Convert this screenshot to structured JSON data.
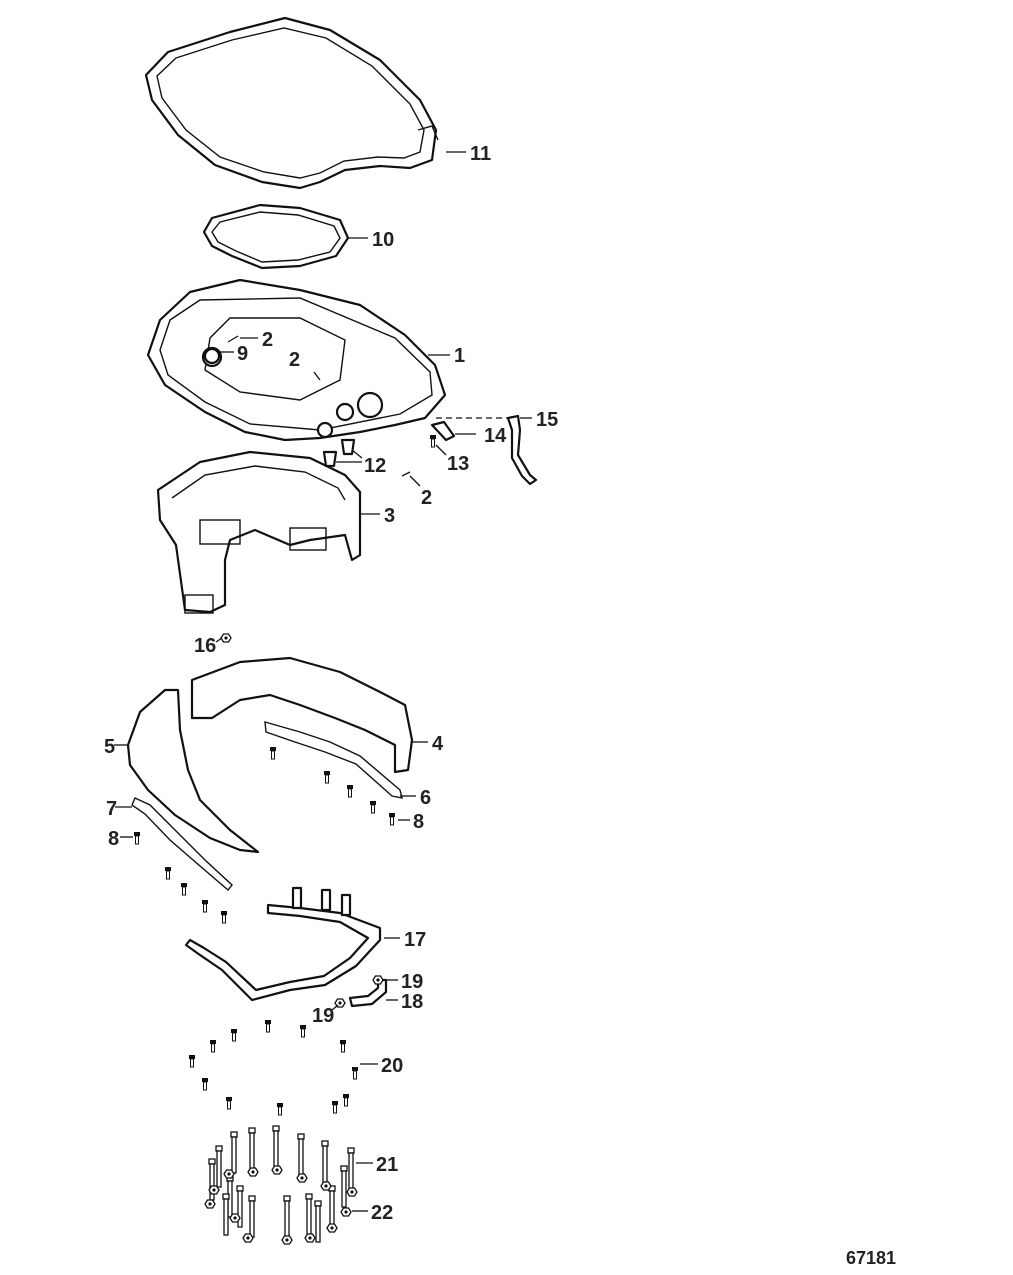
{
  "figure_number": "67181",
  "callouts": {
    "c1": "1",
    "c2a": "2",
    "c2b": "2",
    "c2c": "2",
    "c3": "3",
    "c4": "4",
    "c5": "5",
    "c6": "6",
    "c7": "7",
    "c8a": "8",
    "c8b": "8",
    "c9": "9",
    "c10": "10",
    "c11": "11",
    "c12": "12",
    "c13": "13",
    "c14": "14",
    "c15": "15",
    "c16": "16",
    "c17": "17",
    "c18": "18",
    "c19a": "19",
    "c19b": "19",
    "c20": "20",
    "c21": "21",
    "c22": "22"
  }
}
